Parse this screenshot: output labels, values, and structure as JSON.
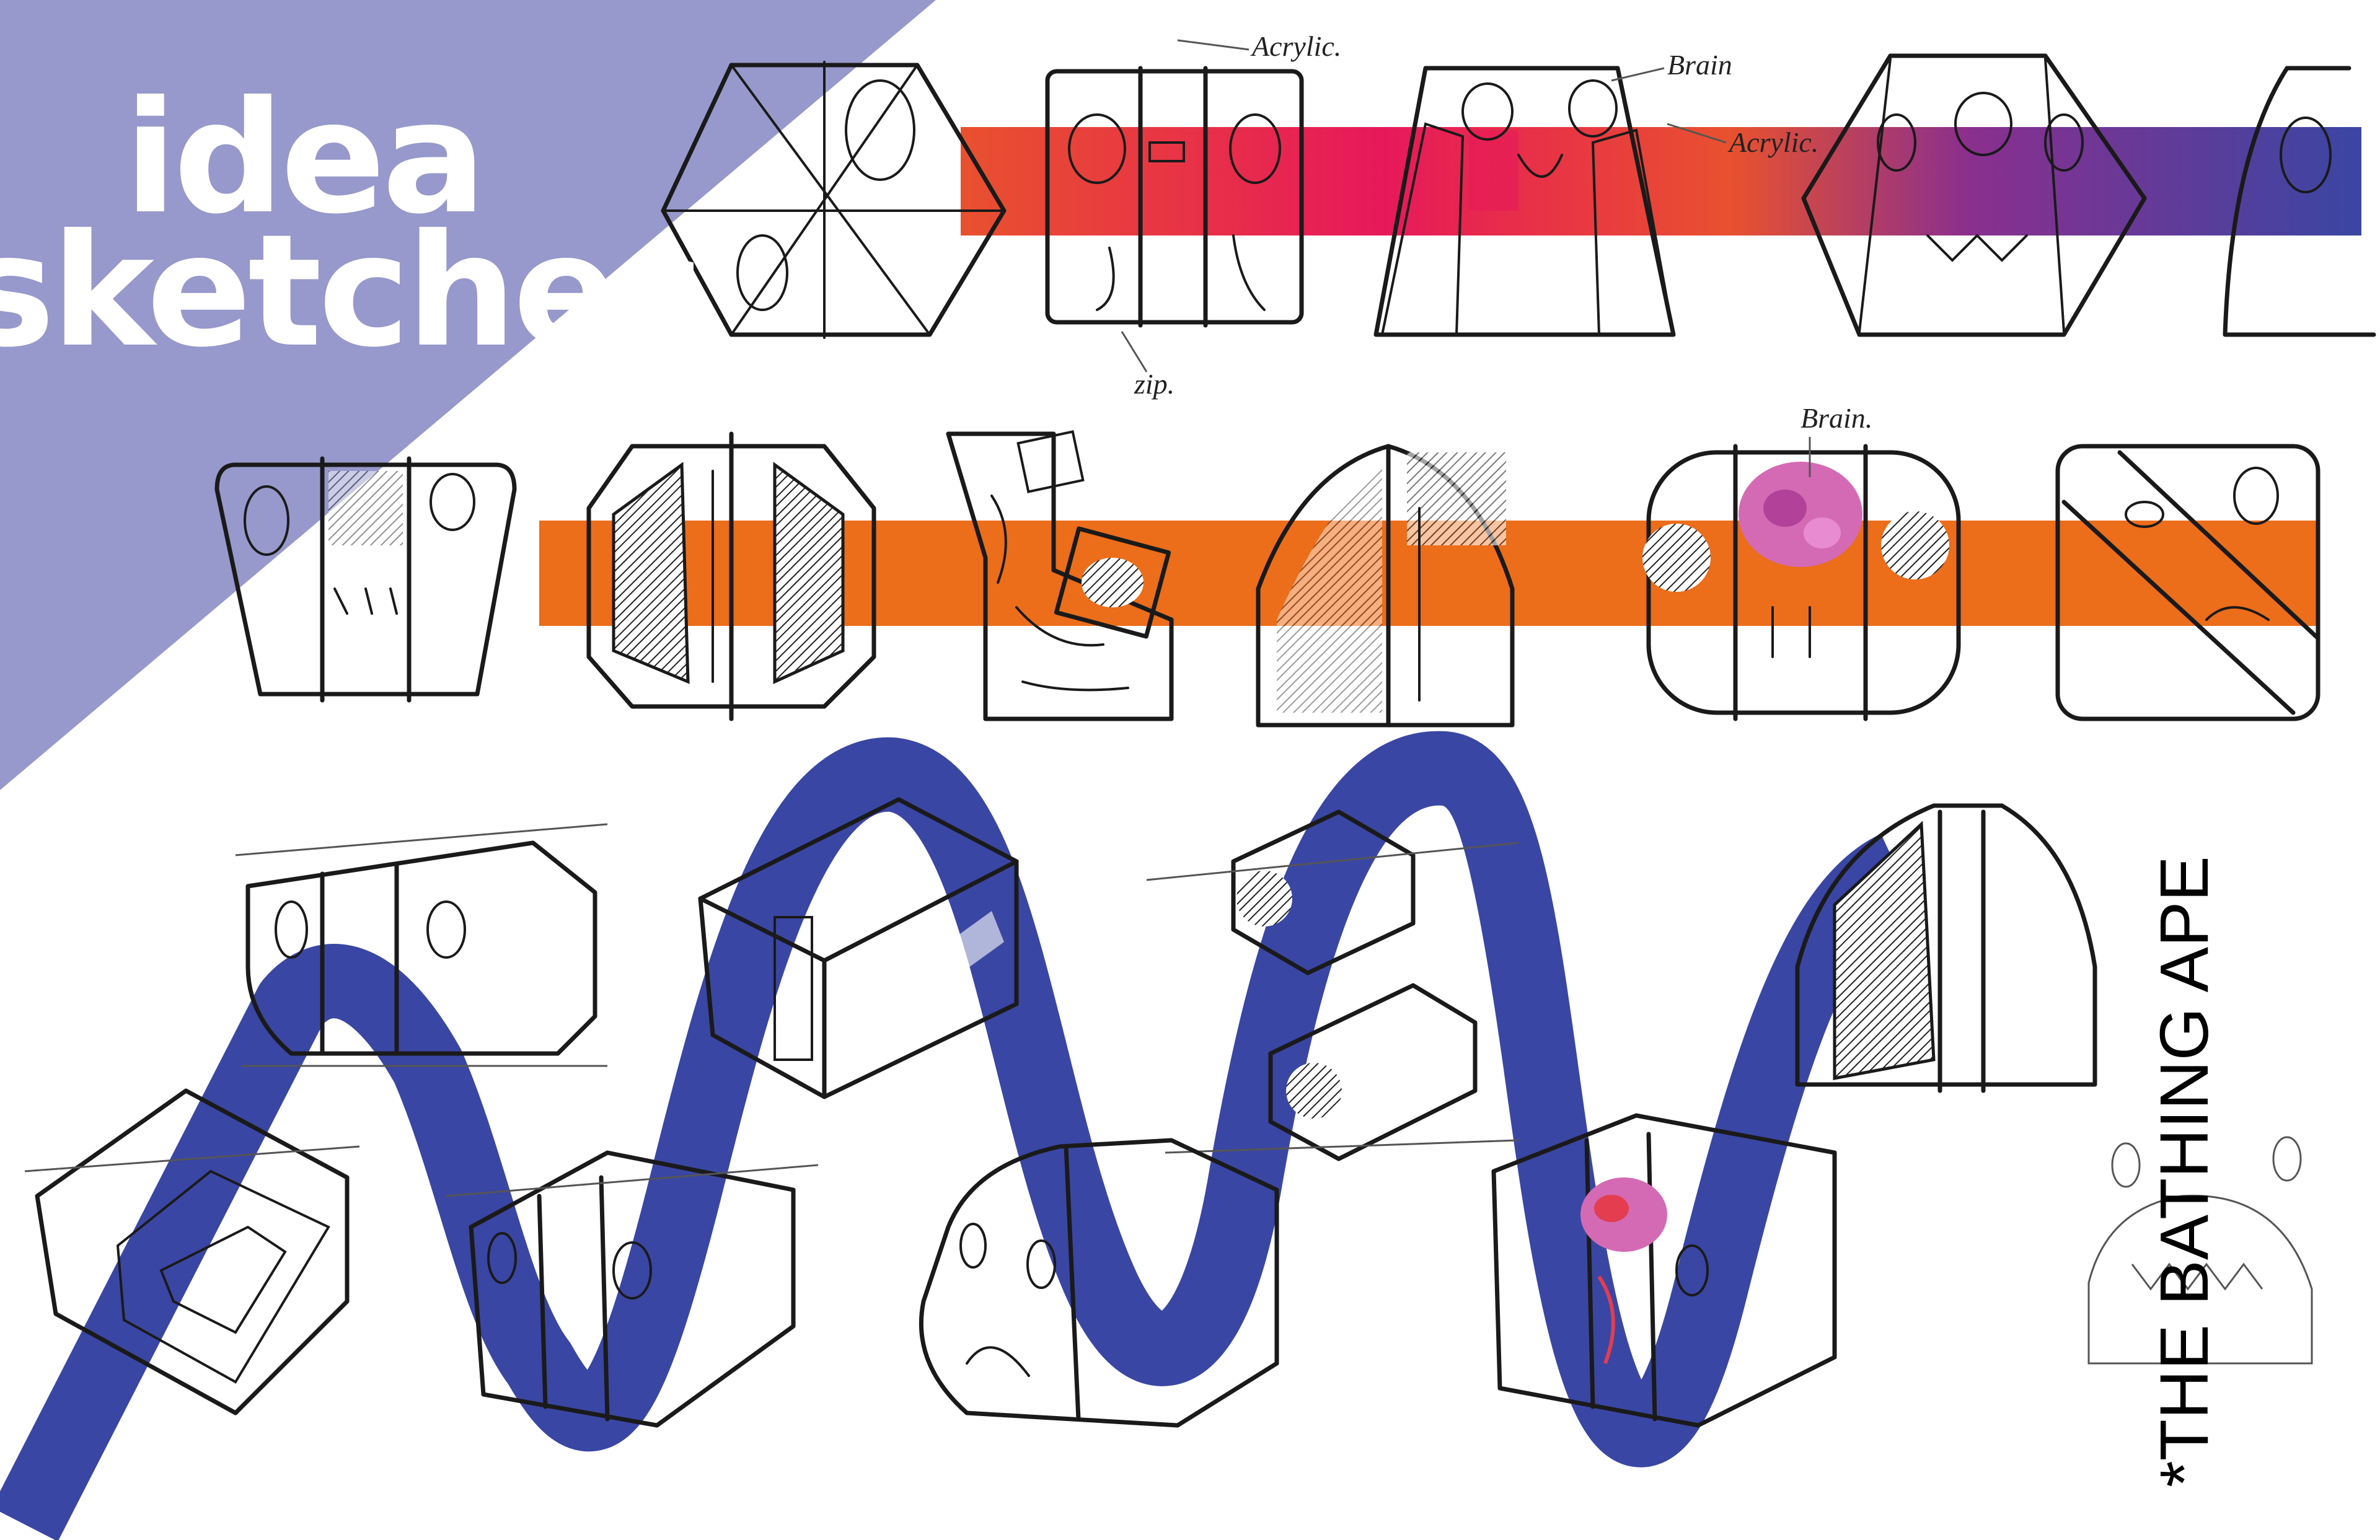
{
  "title": {
    "line1": "idea",
    "line2": "sketches"
  },
  "annotations": {
    "acrylic_1": "Acrylic.",
    "zip": "zip.",
    "brain_1": "Brain",
    "acrylic_2": "Acrylic.",
    "brain_2": "Brain."
  },
  "tagline": "*THE BATHING APE",
  "colors": {
    "title_panel": "#9798cb",
    "band_top_orange": "#e8512e",
    "band_top_magenta": "#e7185b",
    "band_top_blue": "#3a46a3",
    "band_middle_orange": "#ec6d1a",
    "wave_blue": "#3a46a3",
    "accent_amber": "#f0a012",
    "accent_wood": "#7a5a36",
    "accent_brain_pink": "#d46ab4"
  }
}
